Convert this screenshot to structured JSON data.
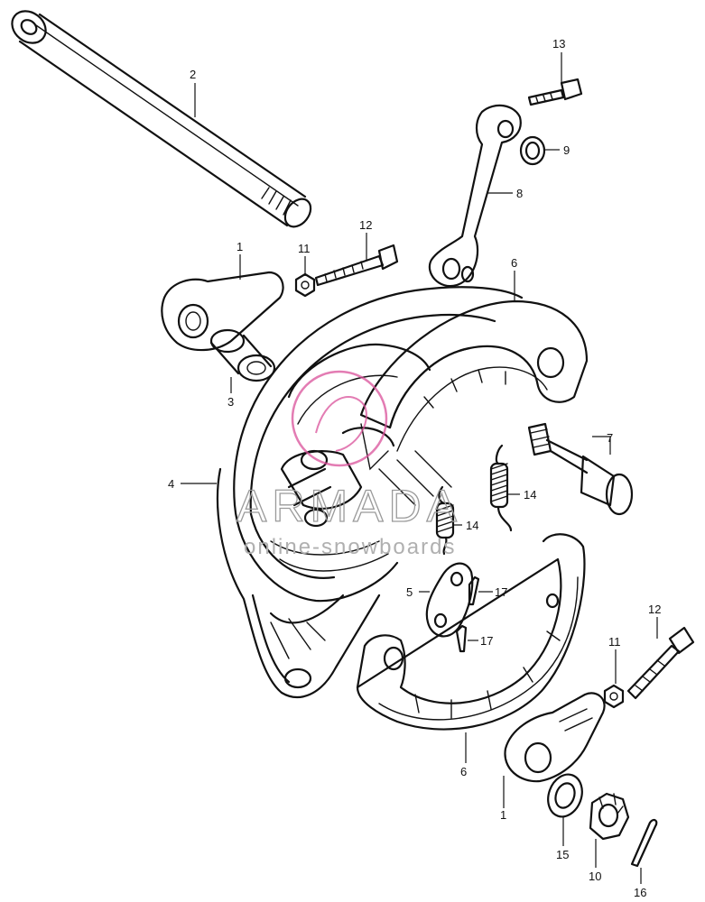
{
  "watermark": {
    "brand": "ARMADA",
    "tagline": "online-snowboards",
    "accent_color": "#d9509a"
  },
  "parts": [
    {
      "id": "label-2",
      "text": "2"
    },
    {
      "id": "label-13",
      "text": "13"
    },
    {
      "id": "label-9",
      "text": "9"
    },
    {
      "id": "label-8",
      "text": "8"
    },
    {
      "id": "label-12a",
      "text": "12"
    },
    {
      "id": "label-11a",
      "text": "11"
    },
    {
      "id": "label-1a",
      "text": "1"
    },
    {
      "id": "label-6a",
      "text": "6"
    },
    {
      "id": "label-3",
      "text": "3"
    },
    {
      "id": "label-7",
      "text": "7"
    },
    {
      "id": "label-4",
      "text": "4"
    },
    {
      "id": "label-14a",
      "text": "14"
    },
    {
      "id": "label-14b",
      "text": "14"
    },
    {
      "id": "label-5",
      "text": "5"
    },
    {
      "id": "label-17a",
      "text": "17"
    },
    {
      "id": "label-17b",
      "text": "17"
    },
    {
      "id": "label-12b",
      "text": "12"
    },
    {
      "id": "label-11b",
      "text": "11"
    },
    {
      "id": "label-6b",
      "text": "6"
    },
    {
      "id": "label-1b",
      "text": "1"
    },
    {
      "id": "label-15",
      "text": "15"
    },
    {
      "id": "label-10",
      "text": "10"
    },
    {
      "id": "label-16",
      "text": "16"
    }
  ]
}
